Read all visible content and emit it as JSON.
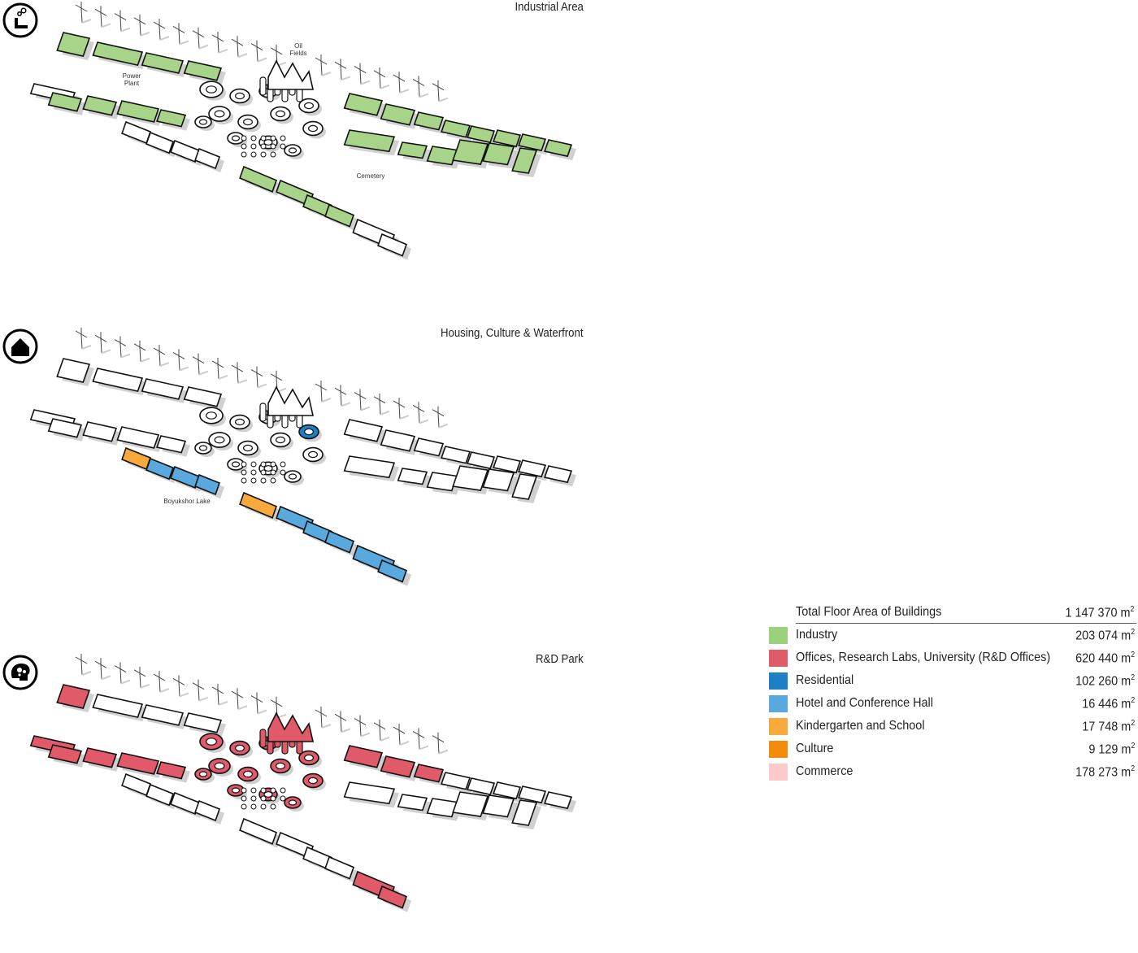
{
  "panels": [
    {
      "title": "Industrial Area",
      "icon": "factory-icon",
      "highlight_color": "#a8d48a",
      "labels": [
        "Oil Fields",
        "Power Plant",
        "Cemetery"
      ]
    },
    {
      "title": "Housing, Culture & Waterfront",
      "icon": "house-icon",
      "highlight_color": "#4a9fd8",
      "labels": [
        "Boyukshor Lake"
      ]
    },
    {
      "title": "R&D Park",
      "icon": "brain-gear-icon",
      "highlight_color": "#e05a6a",
      "labels": []
    }
  ],
  "legend": {
    "total_label": "Total Floor Area of Buildings",
    "total_value": "1 147 370 m",
    "unit_sup": "2",
    "items": [
      {
        "label": "Industry",
        "value": "203 074 m",
        "color": "#9dd07a"
      },
      {
        "label": "Offices, Research Labs, University (R&D Offices)",
        "value": "620 440 m",
        "color": "#e05a6a"
      },
      {
        "label": "Residential",
        "value": "102 260 m",
        "color": "#1d7fc4"
      },
      {
        "label": "Hotel and Conference Hall",
        "value": "16 446 m",
        "color": "#5aa9de"
      },
      {
        "label": "Kindergarten and School",
        "value": "17 748 m",
        "color": "#f8a93c"
      },
      {
        "label": "Culture",
        "value": "9 129 m",
        "color": "#f38a0b"
      },
      {
        "label": "Commerce",
        "value": "178 273 m",
        "color": "#fccaca"
      }
    ]
  }
}
